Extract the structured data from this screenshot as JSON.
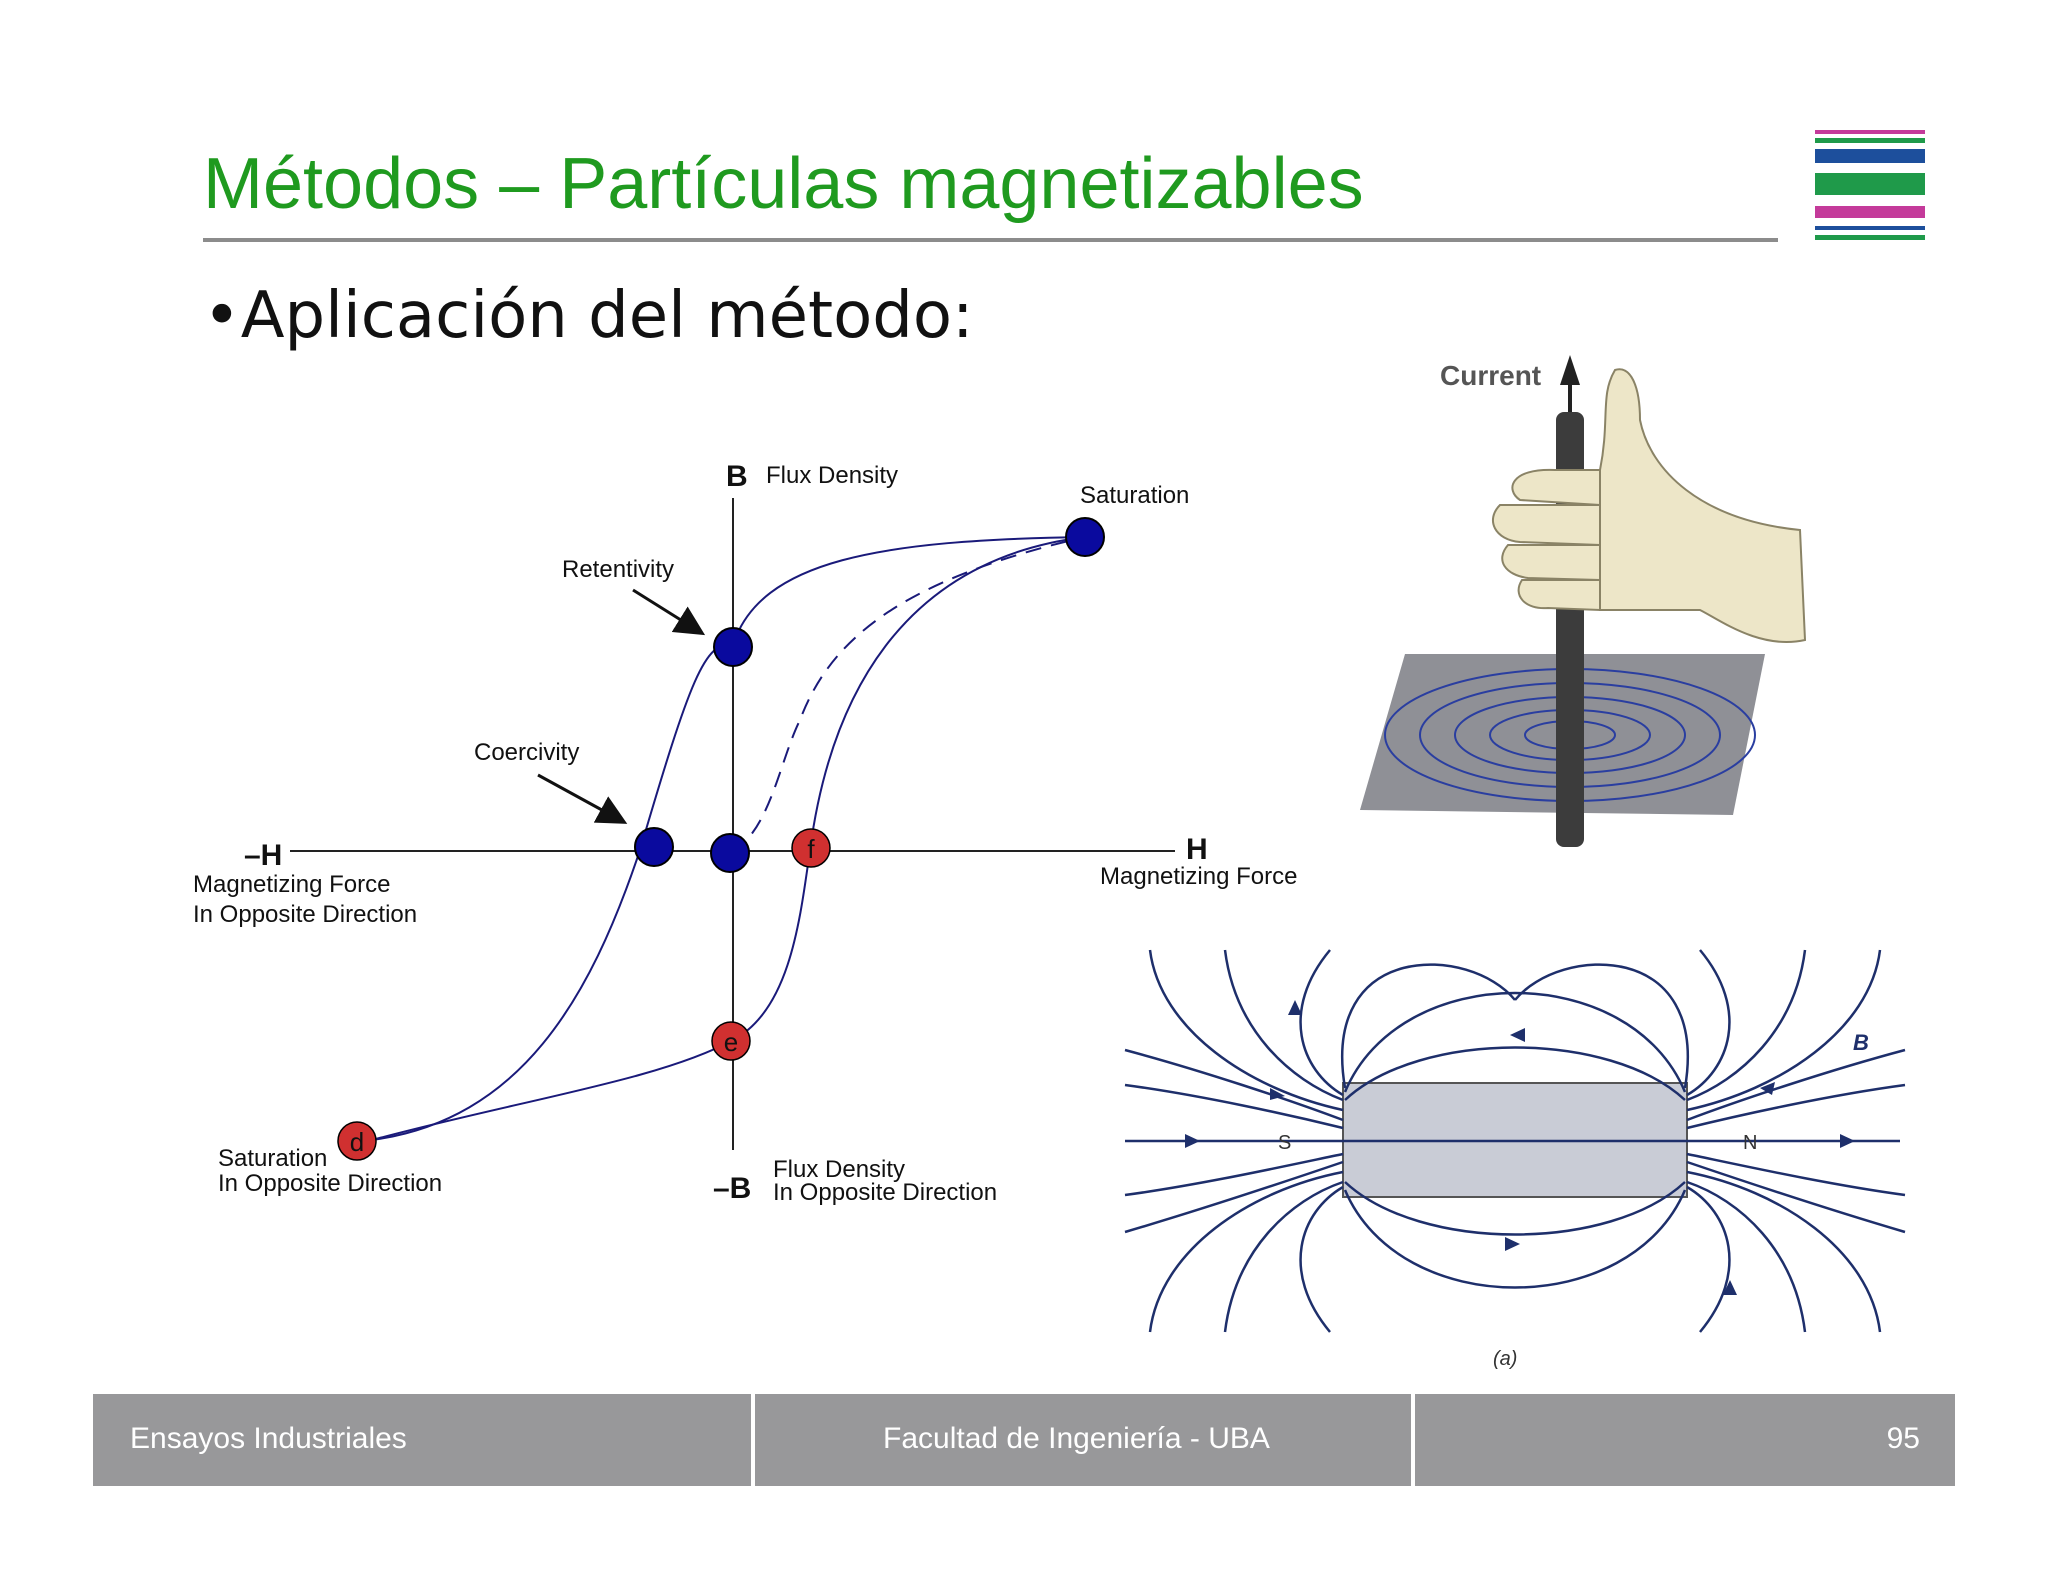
{
  "slide": {
    "title": "Métodos – Partículas magnetizables",
    "bullet": "•Aplicación del método:"
  },
  "hysteresis": {
    "axis_b": "B",
    "flux_density": "Flux Density",
    "saturation": "Saturation",
    "retentivity": "Retentivity",
    "coercivity": "Coercivity",
    "axis_neg_h": "–H",
    "axis_h": "H",
    "magnetizing_force": "Magnetizing Force",
    "neg_force_line1": "Magnetizing Force",
    "neg_force_line2": "In Opposite Direction",
    "sat_opp_line1": "Saturation",
    "sat_opp_line2": "In Opposite Direction",
    "axis_neg_b": "–B",
    "flux_opp_line1": "Flux Density",
    "flux_opp_line2": "In Opposite Direction",
    "point_d": "d",
    "point_e": "e",
    "point_f": "f",
    "colors": {
      "curve": "#1a1a7a",
      "blue_point": "#0a0a9e",
      "red_point": "#d03030"
    }
  },
  "right_hand_rule": {
    "current_label": "Current"
  },
  "bar_magnet": {
    "south": "S",
    "north": "N",
    "field_symbol": "B",
    "caption": "(a)",
    "colors": {
      "field_lines": "#1e2f6b",
      "magnet": "#c9ccd6"
    }
  },
  "footer": {
    "left": "Ensayos Industriales",
    "center": "Facultad de Ingeniería - UBA",
    "page": "95"
  }
}
